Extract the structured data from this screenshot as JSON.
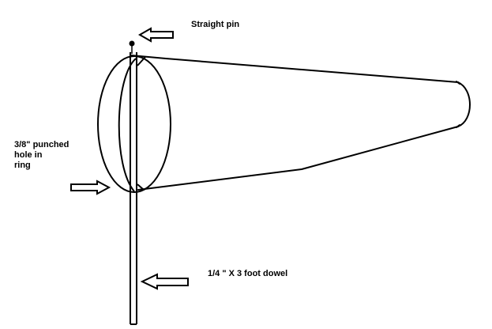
{
  "labels": {
    "pin": "Straight pin",
    "hole": [
      "3/8\" punched",
      "hole in",
      "ring"
    ],
    "dowel": "1/4 \" X 3 foot dowel"
  },
  "colors": {
    "stroke": "#000000",
    "background": "#ffffff"
  }
}
